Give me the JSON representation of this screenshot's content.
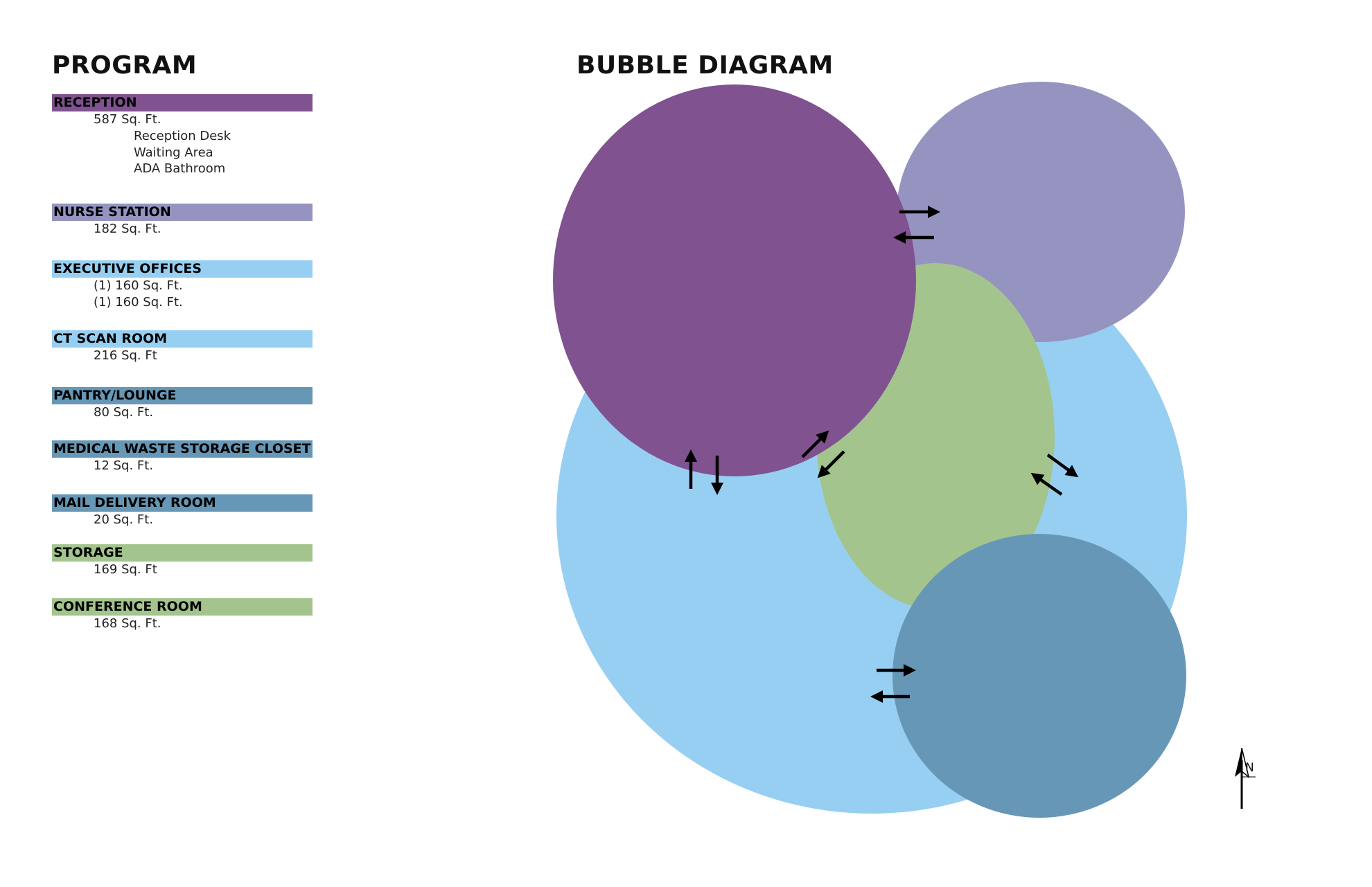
{
  "program": {
    "title": "PROGRAM",
    "items": [
      {
        "label": "RECEPTION",
        "color": "#805290",
        "lines": [
          "587 Sq. Ft."
        ],
        "sublines": [
          "Reception Desk",
          "Waiting Area",
          "ADA Bathroom"
        ]
      },
      {
        "label": "NURSE STATION",
        "color": "#9594c1",
        "lines": [
          "182 Sq. Ft."
        ],
        "sublines": []
      },
      {
        "label": "EXECUTIVE OFFICES",
        "color": "#97cff2",
        "lines": [
          "(1) 160 Sq. Ft.",
          "(1) 160 Sq. Ft."
        ],
        "sublines": []
      },
      {
        "label": "CT SCAN ROOM",
        "color": "#97cff2",
        "lines": [
          "216 Sq. Ft"
        ],
        "sublines": []
      },
      {
        "label": "PANTRY/LOUNGE",
        "color": "#6797b6",
        "lines": [
          "80 Sq. Ft."
        ],
        "sublines": []
      },
      {
        "label": "MEDICAL WASTE STORAGE CLOSET",
        "color": "#6797b6",
        "lines": [
          "12 Sq. Ft."
        ],
        "sublines": []
      },
      {
        "label": "MAIL DELIVERY ROOM",
        "color": "#6797b6",
        "lines": [
          "20 Sq. Ft."
        ],
        "sublines": []
      },
      {
        "label": "STORAGE",
        "color": "#a3c58d",
        "lines": [
          "169 Sq. Ft"
        ],
        "sublines": []
      },
      {
        "label": "CONFERENCE ROOM",
        "color": "#a3c58d",
        "lines": [
          "168 Sq. Ft."
        ],
        "sublines": []
      }
    ]
  },
  "diagram": {
    "title": "BUBBLE DIAGRAM",
    "colors": {
      "purple": "#805290",
      "lavender": "#9594c1",
      "light_blue": "#97cff2",
      "green": "#a3c58d",
      "steel_blue": "#6797b6",
      "arrow": "#000000"
    },
    "north_label": "N"
  }
}
